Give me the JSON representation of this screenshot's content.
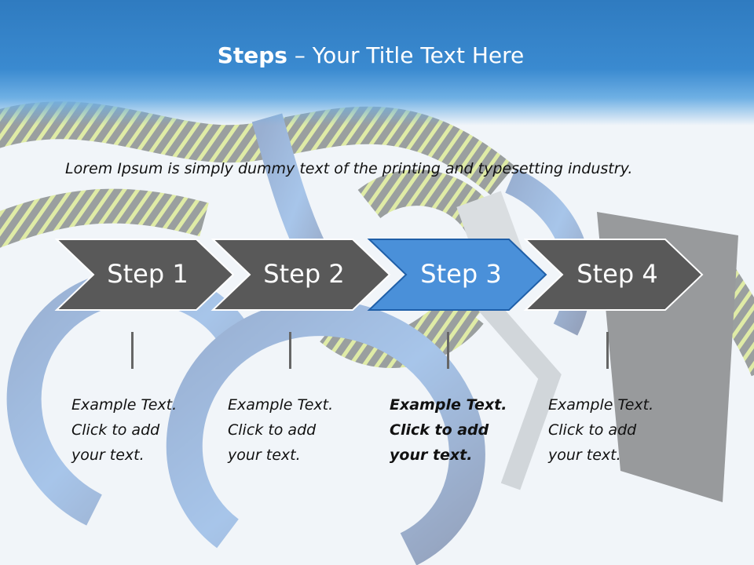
{
  "title": {
    "bold": "Steps",
    "rest": "– Your Title Text Here"
  },
  "intro": "Lorem Ipsum is simply dummy text of the printing and typesetting industry.",
  "colors": {
    "header": "#2f7bc0",
    "chevron_default": "#595959",
    "chevron_active": "#4a90d9"
  },
  "steps": [
    {
      "label": "Step 1",
      "active": false,
      "desc": [
        "Example Text.",
        "Click  to add",
        "your text."
      ]
    },
    {
      "label": "Step 2",
      "active": false,
      "desc": [
        "Example Text.",
        "Click  to add",
        "your text."
      ]
    },
    {
      "label": "Step 3",
      "active": true,
      "desc": [
        "Example Text.",
        "Click  to add",
        "your text."
      ]
    },
    {
      "label": "Step 4",
      "active": false,
      "desc": [
        "Example Text.",
        "Click  to add",
        "your text."
      ]
    }
  ]
}
